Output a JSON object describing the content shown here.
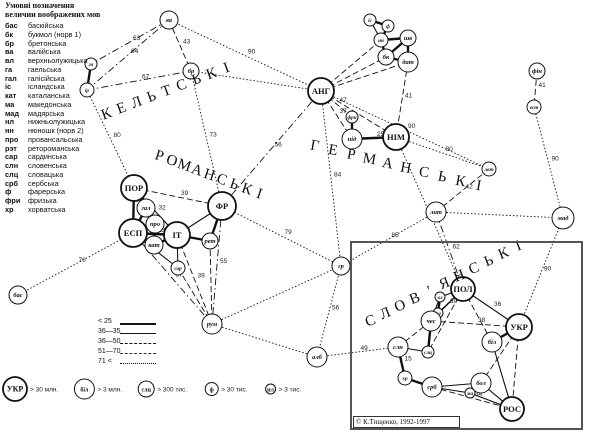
{
  "legend": {
    "heading": "Умовні позначення\nвеличин воображених мов",
    "items": [
      {
        "abbr": "бас",
        "name": "баскійська"
      },
      {
        "abbr": "бк",
        "name": "букмол (норв 1)"
      },
      {
        "abbr": "бр",
        "name": "бретонська"
      },
      {
        "abbr": "ва",
        "name": "валійська"
      },
      {
        "abbr": "вл",
        "name": "верхньолужицька"
      },
      {
        "abbr": "га",
        "name": "гаельська"
      },
      {
        "abbr": "гал",
        "name": "галісійська"
      },
      {
        "abbr": "іс",
        "name": "ісландська"
      },
      {
        "abbr": "кат",
        "name": "каталанська"
      },
      {
        "abbr": "ма",
        "name": "македонська"
      },
      {
        "abbr": "мад",
        "name": "мадярська"
      },
      {
        "abbr": "нл",
        "name": "нижньолужицька"
      },
      {
        "abbr": "нн",
        "name": "нюношк (норв 2)"
      },
      {
        "abbr": "про",
        "name": "провансальська"
      },
      {
        "abbr": "рэт",
        "name": "ретороманська"
      },
      {
        "abbr": "сар",
        "name": "сардинська"
      },
      {
        "abbr": "слн",
        "name": "словенська"
      },
      {
        "abbr": "слц",
        "name": "словацька"
      },
      {
        "abbr": "срб",
        "name": "сербська"
      },
      {
        "abbr": "ф",
        "name": "фарерська"
      },
      {
        "abbr": "фри",
        "name": "фризька"
      },
      {
        "abbr": "хр",
        "name": "хорватська"
      }
    ]
  },
  "line_legend": [
    {
      "label": "< 25",
      "style": "bold"
    },
    {
      "label": "36—35",
      "style": "solid"
    },
    {
      "label": "36—50",
      "style": "dash"
    },
    {
      "label": "51—70",
      "style": "dashdot"
    },
    {
      "label": "71 <",
      "style": "dot"
    }
  ],
  "size_legend": {
    "items": [
      {
        "symbol": "УКР",
        "text": "> 30 млн."
      },
      {
        "symbol": "біл",
        "text": "> 3 млн."
      },
      {
        "symbol": "слц",
        "text": "> 300 тис."
      },
      {
        "symbol": "ф",
        "text": "> 30 тис."
      },
      {
        "symbol": "нл",
        "text": "> 3 тис."
      }
    ]
  },
  "family_labels": {
    "celtic": "КЕЛЬТСЬКІ",
    "romance": "РОМАНСЬКІ",
    "germanic": "ГЕРМАНСЬКІ",
    "slavic": "СЛОВ'ЯНСЬКІ"
  },
  "copyright": "© К.Тищенко, 1992-1997",
  "nodes": [
    {
      "id": "ва",
      "label": "ва"
    },
    {
      "id": "га",
      "label": "га"
    },
    {
      "id": "ір",
      "label": "ір"
    },
    {
      "id": "бр",
      "label": "бр"
    },
    {
      "id": "ПОР",
      "label": "ПОР"
    },
    {
      "id": "гал",
      "label": "гал"
    },
    {
      "id": "ЕСП",
      "label": "ЕСП"
    },
    {
      "id": "про",
      "label": "про"
    },
    {
      "id": "кат",
      "label": "кат"
    },
    {
      "id": "ІТ",
      "label": "ІТ"
    },
    {
      "id": "сар",
      "label": "сар"
    },
    {
      "id": "рет",
      "label": "рет"
    },
    {
      "id": "ФР",
      "label": "ФР"
    },
    {
      "id": "рум",
      "label": "рум"
    },
    {
      "id": "бас",
      "label": "бас"
    },
    {
      "id": "АНГ",
      "label": "АНГ"
    },
    {
      "id": "іс",
      "label": "іс"
    },
    {
      "id": "ф",
      "label": "ф"
    },
    {
      "id": "шв",
      "label": "шв"
    },
    {
      "id": "нн",
      "label": "нн"
    },
    {
      "id": "бк",
      "label": "бк"
    },
    {
      "id": "дат",
      "label": "дат"
    },
    {
      "id": "фри",
      "label": "фри"
    },
    {
      "id": "нід",
      "label": "нід"
    },
    {
      "id": "НІМ",
      "label": "НІМ"
    },
    {
      "id": "фін",
      "label": "фін"
    },
    {
      "id": "ест",
      "label": "ест"
    },
    {
      "id": "лат",
      "label": "лат"
    },
    {
      "id": "лит",
      "label": "лит"
    },
    {
      "id": "мад",
      "label": "мад"
    },
    {
      "id": "гр",
      "label": "гр"
    },
    {
      "id": "алб",
      "label": "алб"
    },
    {
      "id": "ПОЛ",
      "label": "ПОЛ"
    },
    {
      "id": "вл",
      "label": "вл"
    },
    {
      "id": "нл",
      "label": "нл"
    },
    {
      "id": "чес",
      "label": "чес"
    },
    {
      "id": "слц",
      "label": "слц"
    },
    {
      "id": "УКР",
      "label": "УКР"
    },
    {
      "id": "біл",
      "label": "біл"
    },
    {
      "id": "слн",
      "label": "слн"
    },
    {
      "id": "хр",
      "label": "хр"
    },
    {
      "id": "срб",
      "label": "срб"
    },
    {
      "id": "бол",
      "label": "бол"
    },
    {
      "id": "ма",
      "label": "ма"
    },
    {
      "id": "РОС",
      "label": "РОС"
    }
  ],
  "edges": [
    {
      "from": "ва",
      "to": "га",
      "weight": "63",
      "style": "dashdot"
    },
    {
      "from": "ва",
      "to": "ір",
      "weight": "64",
      "style": "dashdot"
    },
    {
      "from": "ва",
      "to": "бр",
      "weight": "43",
      "style": "dash"
    },
    {
      "from": "ва",
      "to": "АНГ",
      "weight": "90",
      "style": "dot"
    },
    {
      "from": "га",
      "to": "ір",
      "weight": "",
      "style": "bold"
    },
    {
      "from": "ір",
      "to": "бр",
      "weight": "67",
      "style": "dashdot"
    },
    {
      "from": "ір",
      "to": "ПОР",
      "weight": "80",
      "style": "dot"
    },
    {
      "from": "бр",
      "to": "ФР",
      "weight": "73",
      "style": "dot"
    },
    {
      "from": "бр",
      "to": "АНГ",
      "weight": "",
      "style": "dot"
    },
    {
      "from": "ПОР",
      "to": "гал",
      "weight": "",
      "style": "bold"
    },
    {
      "from": "ПОР",
      "to": "ЕСП",
      "weight": "25",
      "style": "bold"
    },
    {
      "from": "ПОР",
      "to": "ФР",
      "weight": "39",
      "style": "dash"
    },
    {
      "from": "ПОР",
      "to": "ІТ",
      "weight": "32",
      "style": "solid"
    },
    {
      "from": "гал",
      "to": "ЕСП",
      "weight": "",
      "style": "bold"
    },
    {
      "from": "ЕСП",
      "to": "про",
      "weight": "",
      "style": "bold"
    },
    {
      "from": "ЕСП",
      "to": "кат",
      "weight": "",
      "style": "bold"
    },
    {
      "from": "ЕСП",
      "to": "ІТ",
      "weight": "23",
      "style": "bold"
    },
    {
      "from": "ЕСП",
      "to": "сар",
      "weight": "",
      "style": "solid"
    },
    {
      "from": "ЕСП",
      "to": "рум",
      "weight": "57",
      "style": "dashdot"
    },
    {
      "from": "кат",
      "to": "про",
      "weight": "",
      "style": "bold"
    },
    {
      "from": "ІТ",
      "to": "кат",
      "weight": "",
      "style": "bold"
    },
    {
      "from": "ІТ",
      "to": "сар",
      "weight": "",
      "style": "solid"
    },
    {
      "from": "ІТ",
      "to": "ФР",
      "weight": "",
      "style": "solid"
    },
    {
      "from": "ІТ",
      "to": "рет",
      "weight": "",
      "style": "bold"
    },
    {
      "from": "ІТ",
      "to": "рум",
      "weight": "39",
      "style": "dash"
    },
    {
      "from": "ФР",
      "to": "рет",
      "weight": "",
      "style": "bold"
    },
    {
      "from": "ФР",
      "to": "рум",
      "weight": "55",
      "style": "dashdot"
    },
    {
      "from": "ФР",
      "to": "АНГ",
      "weight": "56",
      "style": "dashdot"
    },
    {
      "from": "ФР",
      "to": "гр",
      "weight": "79",
      "style": "dot"
    },
    {
      "from": "рет",
      "to": "рум",
      "weight": "",
      "style": "dash"
    },
    {
      "from": "сар",
      "to": "рум",
      "weight": "",
      "style": "dash"
    },
    {
      "from": "рум",
      "to": "алб",
      "weight": "",
      "style": "dot"
    },
    {
      "from": "рум",
      "to": "гр",
      "weight": "",
      "style": "dot"
    },
    {
      "from": "бас",
      "to": "ЕСП",
      "weight": "70",
      "style": "dot"
    },
    {
      "from": "АНГ",
      "to": "фри",
      "weight": "47",
      "style": "dash"
    },
    {
      "from": "АНГ",
      "to": "нід",
      "weight": "37",
      "style": "dash"
    },
    {
      "from": "АНГ",
      "to": "НІМ",
      "weight": "",
      "style": "dash"
    },
    {
      "from": "АНГ",
      "to": "нн",
      "weight": "",
      "style": "dash"
    },
    {
      "from": "АНГ",
      "to": "бк",
      "weight": "",
      "style": "dash"
    },
    {
      "from": "АНГ",
      "to": "дат",
      "weight": "",
      "style": "dash"
    },
    {
      "from": "АНГ",
      "to": "лат",
      "weight": "90",
      "style": "dot"
    },
    {
      "from": "АНГ",
      "to": "гр",
      "weight": "84",
      "style": "dot"
    },
    {
      "from": "іс",
      "to": "ф",
      "weight": "",
      "style": "bold"
    },
    {
      "from": "іс",
      "to": "нн",
      "weight": "",
      "style": "solid"
    },
    {
      "from": "ф",
      "to": "нн",
      "weight": "",
      "style": "bold"
    },
    {
      "from": "нн",
      "to": "шв",
      "weight": "",
      "style": "bold"
    },
    {
      "from": "нн",
      "to": "бк",
      "weight": "",
      "style": "bold"
    },
    {
      "from": "шв",
      "to": "бк",
      "weight": "",
      "style": "bold"
    },
    {
      "from": "шв",
      "to": "дат",
      "weight": "",
      "style": "bold"
    },
    {
      "from": "бк",
      "to": "дат",
      "weight": "",
      "style": "bold"
    },
    {
      "from": "дат",
      "to": "НІМ",
      "weight": "41",
      "style": "dash"
    },
    {
      "from": "фри",
      "to": "нід",
      "weight": "",
      "style": "bold"
    },
    {
      "from": "нід",
      "to": "НІМ",
      "weight": "25",
      "style": "bold"
    },
    {
      "from": "НІМ",
      "to": "лат",
      "weight": "80",
      "style": "dot"
    },
    {
      "from": "НІМ",
      "to": "ПОЛ",
      "weight": "",
      "style": "dot"
    },
    {
      "from": "фін",
      "to": "ест",
      "weight": "41",
      "style": "dash"
    },
    {
      "from": "ест",
      "to": "мад",
      "weight": "90",
      "style": "dot"
    },
    {
      "from": "лат",
      "to": "лит",
      "weight": "42",
      "style": "dash"
    },
    {
      "from": "лит",
      "to": "мад",
      "weight": "",
      "style": "dot"
    },
    {
      "from": "лит",
      "to": "ПОЛ",
      "weight": "62",
      "style": "dashdot"
    },
    {
      "from": "лит",
      "to": "гр",
      "weight": "85",
      "style": "dot"
    },
    {
      "from": "мад",
      "to": "УКР",
      "weight": "90",
      "style": "dot"
    },
    {
      "from": "гр",
      "to": "алб",
      "weight": "56",
      "style": "dot"
    },
    {
      "from": "алб",
      "to": "слн",
      "weight": "49",
      "style": "dot"
    },
    {
      "from": "ПОЛ",
      "to": "вл",
      "weight": "",
      "style": "solid"
    },
    {
      "from": "ПОЛ",
      "to": "нл",
      "weight": "",
      "style": "solid"
    },
    {
      "from": "ПОЛ",
      "to": "чес",
      "weight": "30",
      "style": "solid"
    },
    {
      "from": "ПОЛ",
      "to": "УКР",
      "weight": "36",
      "style": "solid"
    },
    {
      "from": "ПОЛ",
      "to": "біл",
      "weight": "",
      "style": "dash"
    },
    {
      "from": "ПОЛ",
      "to": "слц",
      "weight": "",
      "style": "dash"
    },
    {
      "from": "вл",
      "to": "нл",
      "weight": "",
      "style": "bold"
    },
    {
      "from": "вл",
      "to": "чес",
      "weight": "",
      "style": "solid"
    },
    {
      "from": "чес",
      "to": "слц",
      "weight": "",
      "style": "bold"
    },
    {
      "from": "чес",
      "to": "слн",
      "weight": "",
      "style": "dash"
    },
    {
      "from": "чес",
      "to": "УКР",
      "weight": "38",
      "style": "dash"
    },
    {
      "from": "УКР",
      "to": "біл",
      "weight": "",
      "style": "bold"
    },
    {
      "from": "УКР",
      "to": "РОС",
      "weight": "",
      "style": "dash"
    },
    {
      "from": "УКР",
      "to": "бол",
      "weight": "",
      "style": "dash"
    },
    {
      "from": "біл",
      "to": "РОС",
      "weight": "",
      "style": "solid"
    },
    {
      "from": "слн",
      "to": "хр",
      "weight": "15",
      "style": "bold"
    },
    {
      "from": "слн",
      "to": "слц",
      "weight": "",
      "style": "solid"
    },
    {
      "from": "хр",
      "to": "срб",
      "weight": "",
      "style": "bold"
    },
    {
      "from": "срб",
      "to": "бол",
      "weight": "",
      "style": "solid"
    },
    {
      "from": "срб",
      "to": "ма",
      "weight": "",
      "style": "solid"
    },
    {
      "from": "бол",
      "to": "ма",
      "weight": "",
      "style": "bold"
    },
    {
      "from": "бол",
      "to": "РОС",
      "weight": "",
      "style": "solid"
    },
    {
      "from": "ма",
      "to": "РОС",
      "weight": "",
      "style": "solid"
    },
    {
      "from": "срб",
      "to": "РОС",
      "weight": "34",
      "style": "dash"
    }
  ]
}
